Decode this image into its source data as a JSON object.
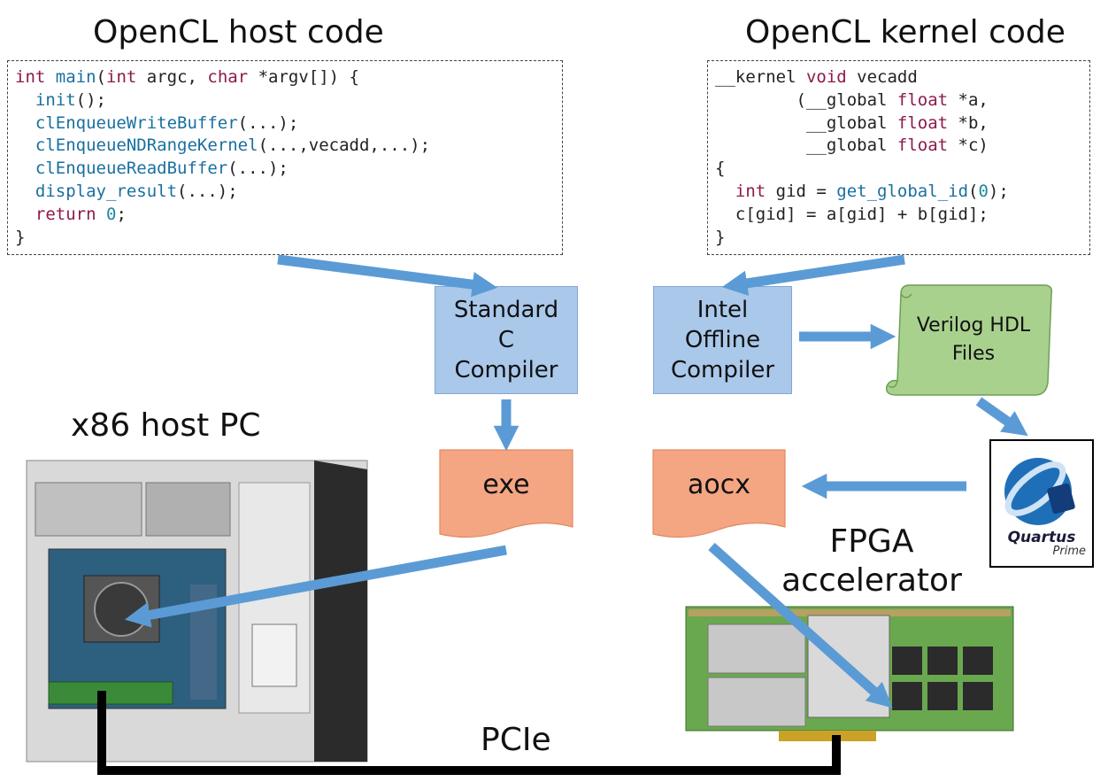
{
  "host_code": {
    "title": "OpenCL host code",
    "lines": [
      [
        {
          "t": "int",
          "c": "kw"
        },
        {
          "t": " "
        },
        {
          "t": "main",
          "c": "fn"
        },
        {
          "t": "("
        },
        {
          "t": "int",
          "c": "kw"
        },
        {
          "t": " argc, "
        },
        {
          "t": "char",
          "c": "kw"
        },
        {
          "t": " *argv[]) {"
        }
      ],
      [
        {
          "t": "  "
        },
        {
          "t": "init",
          "c": "fn"
        },
        {
          "t": "();"
        }
      ],
      [
        {
          "t": "  "
        },
        {
          "t": "clEnqueueWriteBuffer",
          "c": "fn"
        },
        {
          "t": "(...);"
        }
      ],
      [
        {
          "t": "  "
        },
        {
          "t": "clEnqueueNDRangeKernel",
          "c": "fn"
        },
        {
          "t": "(...,vecadd,...);"
        }
      ],
      [
        {
          "t": "  "
        },
        {
          "t": "clEnqueueReadBuffer",
          "c": "fn"
        },
        {
          "t": "(...);"
        }
      ],
      [
        {
          "t": "  "
        },
        {
          "t": "display_result",
          "c": "fn"
        },
        {
          "t": "(...);"
        }
      ],
      [
        {
          "t": "  "
        },
        {
          "t": "return",
          "c": "kw"
        },
        {
          "t": " "
        },
        {
          "t": "0",
          "c": "num"
        },
        {
          "t": ";"
        }
      ],
      [
        {
          "t": "}"
        }
      ]
    ]
  },
  "kernel_code": {
    "title": "OpenCL kernel code",
    "lines": [
      [
        {
          "t": "__kernel "
        },
        {
          "t": "void",
          "c": "kw"
        },
        {
          "t": " vecadd"
        }
      ],
      [
        {
          "t": "        (__global "
        },
        {
          "t": "float",
          "c": "kw"
        },
        {
          "t": " *a,"
        }
      ],
      [
        {
          "t": "         __global "
        },
        {
          "t": "float",
          "c": "kw"
        },
        {
          "t": " *b,"
        }
      ],
      [
        {
          "t": "         __global "
        },
        {
          "t": "float",
          "c": "kw"
        },
        {
          "t": " *c)"
        }
      ],
      [
        {
          "t": "{"
        }
      ],
      [
        {
          "t": "  "
        },
        {
          "t": "int",
          "c": "kw"
        },
        {
          "t": " gid = "
        },
        {
          "t": "get_global_id",
          "c": "fn"
        },
        {
          "t": "("
        },
        {
          "t": "0",
          "c": "num"
        },
        {
          "t": ");"
        }
      ],
      [
        {
          "t": "  c[gid] = a[gid] + b[gid];"
        }
      ],
      [
        {
          "t": "}"
        }
      ]
    ]
  },
  "nodes": {
    "standard_compiler": "Standard\nC\nCompiler",
    "intel_compiler": "Intel\nOffline\nCompiler",
    "verilog_files": "Verilog HDL\nFiles",
    "exe": "exe",
    "aocx": "aocx",
    "quartus_logo": "Quartus",
    "quartus_sub": "Prime"
  },
  "labels": {
    "host_pc": "x86 host PC",
    "fpga": "FPGA\naccelerator",
    "pcie": "PCIe"
  },
  "colors": {
    "arrow": "#5b9bd5",
    "compiler_box": "#a9c8ea",
    "doc_fill": "#f4a582",
    "scroll_fill": "#a9d18e",
    "pcie_cable": "#000000"
  },
  "icons": {
    "host_pc_image": "desktop-tower-pc-icon",
    "fpga_image": "fpga-pcie-card-icon",
    "quartus": "quartus-prime-logo-icon"
  }
}
